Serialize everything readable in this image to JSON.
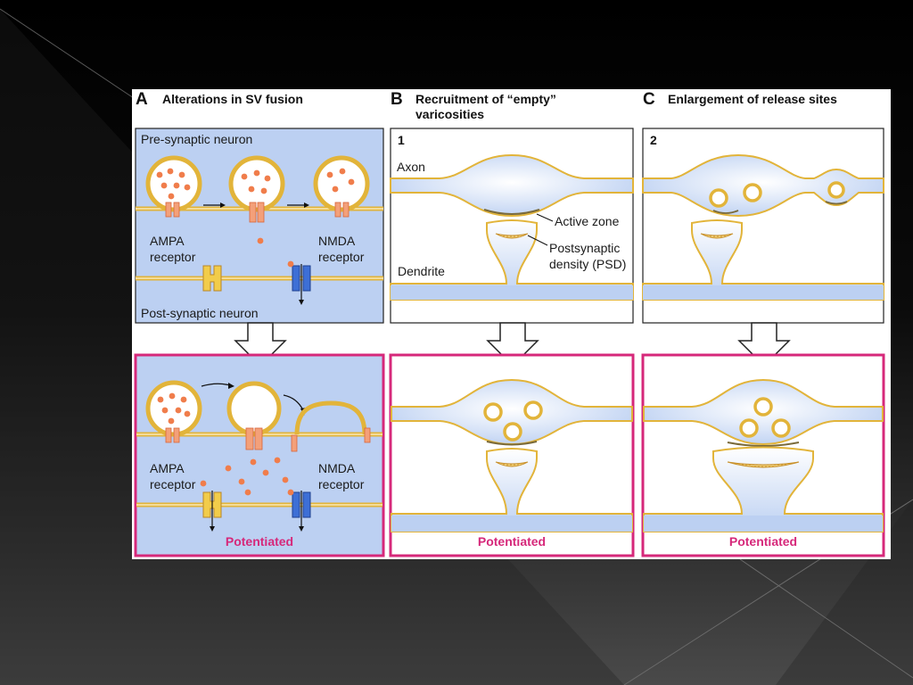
{
  "panels": {
    "a": {
      "letter": "A",
      "title": "Alterations in SV fusion"
    },
    "b": {
      "letter": "B",
      "title_line1": "Recruitment of “empty”",
      "title_line2": "varicosities"
    },
    "c": {
      "letter": "C",
      "title": "Enlargement of release sites"
    }
  },
  "labels": {
    "pre_synaptic": "Pre-synaptic neuron",
    "post_synaptic": "Post-synaptic neuron",
    "ampa_line1": "AMPA",
    "ampa_line2": "receptor",
    "nmda_line1": "NMDA",
    "nmda_line2": "receptor",
    "axon": "Axon",
    "dendrite": "Dendrite",
    "active_zone": "Active zone",
    "psd_line1": "Postsynaptic",
    "psd_line2": "density (PSD)",
    "step1": "1",
    "step2": "2",
    "potentiated": "Potentiated"
  },
  "colors": {
    "membrane": "#e2b43a",
    "cytoplasm": "#bcd0f2",
    "vesicle_dot": "#f07d4b",
    "potentiated_border": "#d6287a",
    "nmda": "#3d6fd6"
  }
}
